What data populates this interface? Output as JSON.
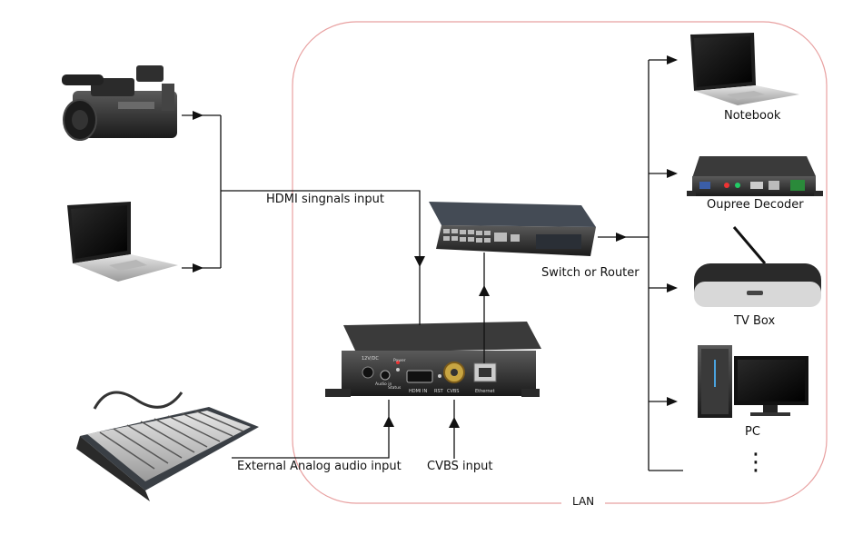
{
  "labels": {
    "hdmi_input": "HDMI singnals input",
    "switch_router": "Switch or Router",
    "notebook": "Notebook",
    "decoder": "Oupree Decoder",
    "tv_box": "TV Box",
    "pc": "PC",
    "ellipsis": "⋮",
    "audio_input": "External Analog audio input",
    "cvbs_input": "CVBS input",
    "lan": "LAN"
  },
  "encoder_panel": {
    "dc": "12V/DC",
    "power": "Power",
    "status": "Status",
    "audio_in": "Audio in",
    "hdmi_in": "HDMI IN",
    "rst": "RST",
    "cvbs": "CVBS",
    "ethernet": "Ethernet"
  },
  "colors": {
    "lan_border": "#e8a0a0",
    "line": "#111111"
  }
}
